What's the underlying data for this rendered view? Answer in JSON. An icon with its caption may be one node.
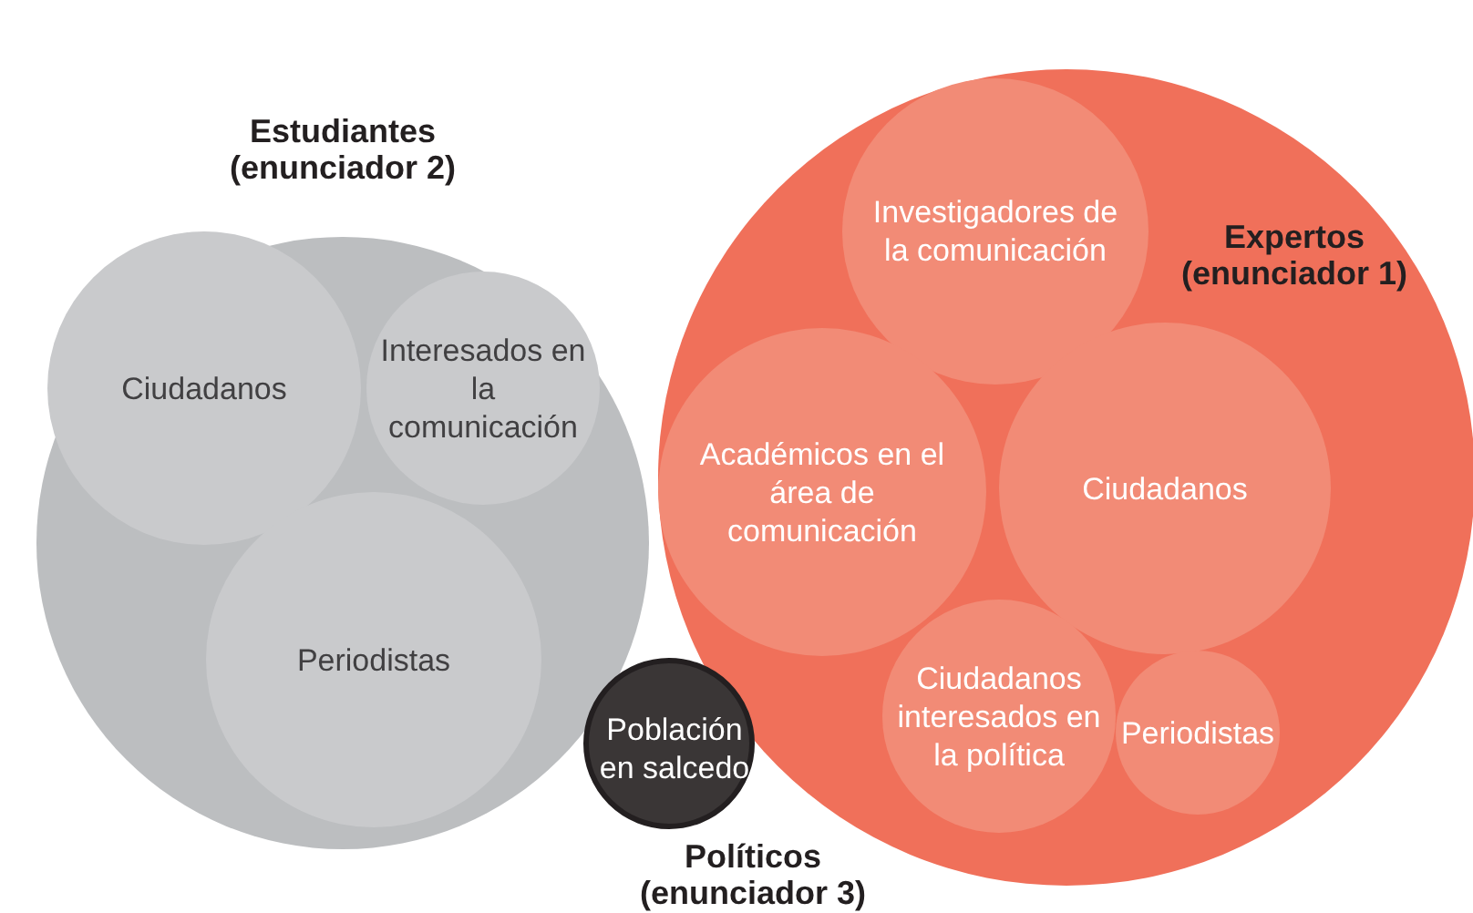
{
  "diagram": {
    "nodes": [
      {
        "text": [
          "Estudiantes (enunciador 2)"
        ]
      },
      {
        "text": [
          "Ciudadanos"
        ],
        "in": 0
      },
      {
        "text": [
          "Interesados en la comunicación"
        ],
        "in": 0
      },
      {
        "text": [
          "Periodistas"
        ],
        "in": 0
      },
      {
        "text": [
          "Expertos (enunciador 1)"
        ]
      },
      {
        "text": [
          "Investigadores de la comunicación"
        ],
        "in": 4
      },
      {
        "text": [
          "Académicos en el área de comunicación"
        ],
        "in": 4
      },
      {
        "text": [
          "Ciudadanos"
        ],
        "in": 4
      },
      {
        "text": [
          "Ciudadanos interesados en la política"
        ],
        "in": 4
      },
      {
        "text": [
          "Periodistas"
        ],
        "in": 4
      },
      {
        "text": [
          "Población en salcedo",
          "Políticos (enunciador 3)"
        ]
      }
    ]
  }
}
